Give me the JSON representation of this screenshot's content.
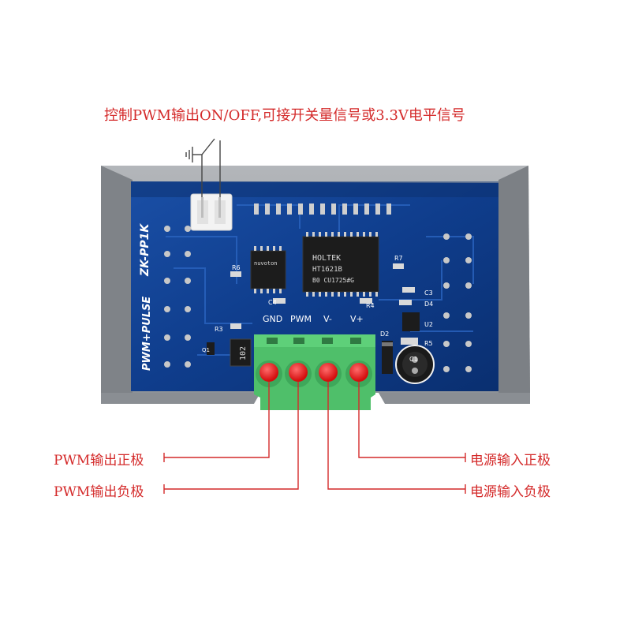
{
  "annotations": {
    "top": "控制PWM输出ON/OFF,可接开关量信号或3.3V电平信号",
    "pwm_positive": "PWM输出正极",
    "pwm_negative": "PWM输出负极",
    "power_positive": "电源输入正极",
    "power_negative": "电源输入负极"
  },
  "board": {
    "model": "ZK-PP1K",
    "series": "PWM+PULSE",
    "terminal_labels": [
      "GND",
      "PWM",
      "V-",
      "V+"
    ],
    "chip_main": [
      "HOLTEK",
      "HT1621B",
      "B0 CU1725#G"
    ],
    "chip_mcu": [
      "nuvoton"
    ],
    "components": [
      "R6",
      "R3",
      "Q1",
      "C4",
      "R4",
      "R7",
      "C3",
      "D4",
      "U2",
      "R5",
      "D2",
      "C1",
      "102"
    ]
  },
  "colors": {
    "annotation": "#d42a2a",
    "pcb": "#0f3d8c",
    "case": "#9a9ea3",
    "terminal": "#4fbf6a",
    "marker": "#e41b1b"
  }
}
